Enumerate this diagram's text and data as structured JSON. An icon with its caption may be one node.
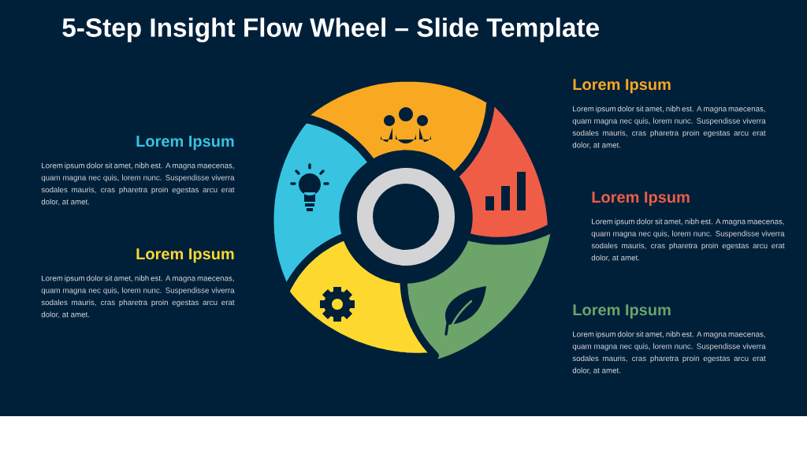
{
  "diagram": {
    "title": "5-Step Insight Flow Wheel – Slide Template",
    "labels": [
      "Lorem Ipsum",
      "Lorem ipsum dolor sit amet, nibh est. A magna maecenas, quam magna nec quis, lorem nunc. Suspendisse viverra sodales mauris, cras pharetra proin egestas arcu erat dolor, at amet.",
      "Lorem Ipsum",
      "Lorem ipsum dolor sit amet, nibh est. A magna maecenas, quam magna nec quis, lorem nunc. Suspendisse viverra sodales mauris, cras pharetra proin egestas arcu erat dolor, at amet.",
      "Lorem Ipsum",
      "Lorem ipsum dolor sit amet, nibh est. A magna maecenas, quam magna nec quis, lorem nunc. Suspendisse viverra sodales mauris, cras pharetra proin egestas arcu erat dolor, at amet.",
      "Lorem Ipsum",
      "Lorem ipsum dolor sit amet, nibh est. A magna maecenas, quam magna nec quis, lorem nunc. Suspendisse viverra sodales mauris, cras pharetra proin egestas arcu erat dolor, at amet.",
      "Lorem Ipsum",
      "Lorem ipsum dolor sit amet, nibh est. A magna maecenas, quam magna nec quis, lorem nunc. Suspendisse viverra sodales mauris, cras pharetra proin egestas arcu erat dolor, at amet."
    ]
  }
}
